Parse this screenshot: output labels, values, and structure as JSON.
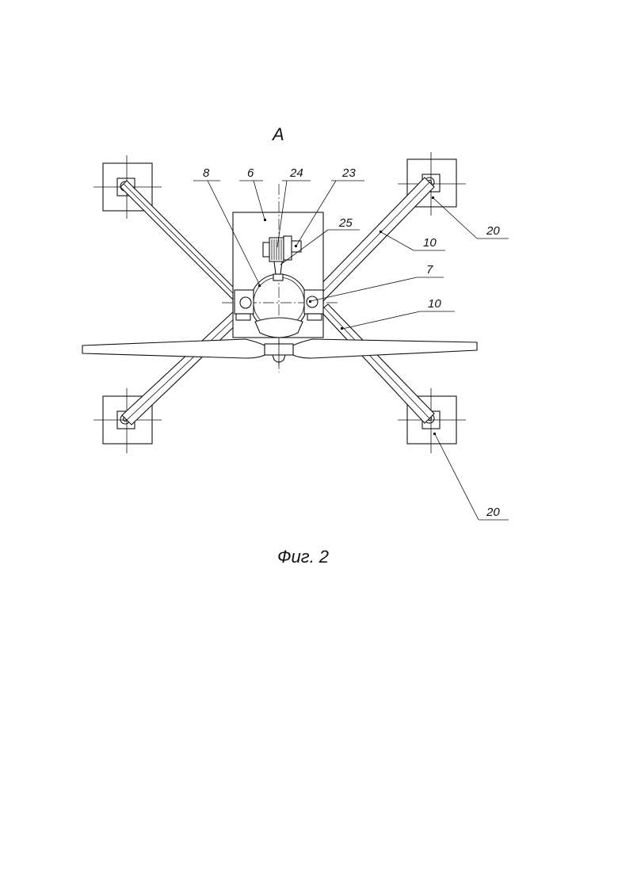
{
  "view_label": "A",
  "caption": "Фиг. 2",
  "callouts": {
    "c8": "8",
    "c6": "6",
    "c24": "24",
    "c23": "23",
    "c25": "25",
    "c7": "7",
    "c10a": "10",
    "c10b": "10",
    "c20a": "20",
    "c20b": "20"
  }
}
